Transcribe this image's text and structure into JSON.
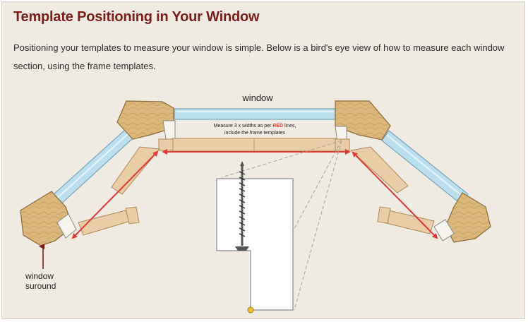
{
  "page": {
    "title": "Template Positioning in Your Window",
    "intro": "Positioning your templates to measure your window is simple. Below is a bird's eye view of how to measure each window section, using the frame templates."
  },
  "diagram": {
    "window_label": "window",
    "measure_line1_pre": "Measure 3 x widths as per ",
    "measure_line1_red": "RED",
    "measure_line1_post": " lines,",
    "measure_line2": "include the frame templates",
    "surround_label_line1": "window",
    "surround_label_line2": "suround",
    "colors": {
      "title": "#7b1f1a",
      "measure_line": "#e03a36",
      "glass": "#bcdfee",
      "timber": "#d9b57a",
      "template": "#e9cda6"
    }
  }
}
